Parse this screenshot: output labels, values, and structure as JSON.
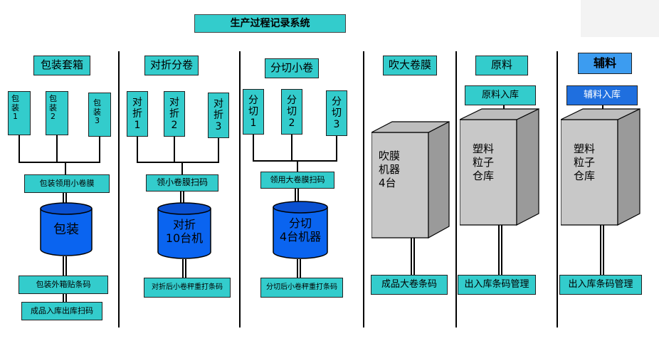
{
  "title": "生产过程记录系统",
  "sections": {
    "packaging": {
      "header": "包装套箱",
      "stations": [
        "包\n装\n1",
        "包\n装\n2",
        "包\n装\n3"
      ],
      "collect": "包装领用小卷膜",
      "machine": "包装",
      "step1": "包装外箱贴条码",
      "step2": "成品入库出库扫码"
    },
    "folding": {
      "header": "对折分卷",
      "stations": [
        "对\n折\n1",
        "对\n折\n2",
        "对\n折\n3"
      ],
      "collect": "领小卷膜扫码",
      "machine": "对折\n10台机",
      "step1": "对折后小卷秤重打条码"
    },
    "slitting": {
      "header": "分切小卷",
      "stations": [
        "分\n切\n1",
        "分\n切\n2",
        "分\n切\n3"
      ],
      "collect": "领用大卷膜扫码",
      "machine": "分切\n4台机器",
      "step1": "分切后小卷秤重打条码"
    },
    "blowing": {
      "header": "吹大卷膜",
      "machine": "吹膜\n机器\n4台",
      "barcode": "成品大卷条码"
    },
    "raw": {
      "header": "原料",
      "inbound": "原料入库",
      "warehouse": "塑料\n粒子\n仓库",
      "barcode": "出入库条码管理"
    },
    "aux": {
      "header": "辅料",
      "inbound": "辅料入库",
      "warehouse": "塑料\n粒子\n仓库",
      "barcode": "出入库条码管理"
    }
  },
  "colors": {
    "box_fill": "#33cccc",
    "cylinder_fill": "#0a64f0",
    "cylinder_top": "#0a50d0",
    "aux_header_fill": "#3c9cf0",
    "aux_inbound_fill": "#1f6fdf",
    "warehouse_front": "#c8c8c8",
    "warehouse_side": "#9a9a9a",
    "warehouse_top": "#bdbdbd"
  }
}
